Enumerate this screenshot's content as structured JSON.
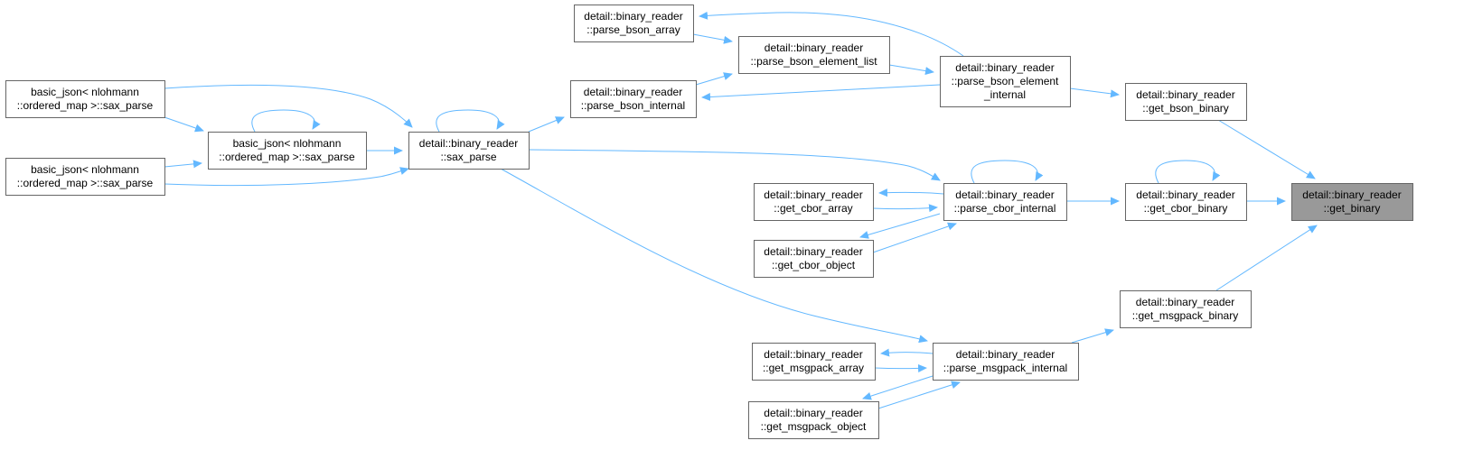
{
  "colors": {
    "edge": "#63b8ff",
    "node_border": "#666666",
    "focus_fill": "#999999"
  },
  "nodes": [
    {
      "id": "basic_json_sax_parse_a",
      "lines": [
        "basic_json< nlohmann",
        "::ordered_map >::sax_parse"
      ]
    },
    {
      "id": "basic_json_sax_parse_b",
      "lines": [
        "basic_json< nlohmann",
        "::ordered_map >::sax_parse"
      ]
    },
    {
      "id": "basic_json_sax_parse_c",
      "lines": [
        "basic_json< nlohmann",
        "::ordered_map >::sax_parse"
      ]
    },
    {
      "id": "br_sax_parse",
      "lines": [
        "detail::binary_reader",
        "::sax_parse"
      ]
    },
    {
      "id": "br_parse_bson_internal",
      "lines": [
        "detail::binary_reader",
        "::parse_bson_internal"
      ]
    },
    {
      "id": "br_parse_bson_array",
      "lines": [
        "detail::binary_reader",
        "::parse_bson_array"
      ]
    },
    {
      "id": "br_parse_bson_element_list",
      "lines": [
        "detail::binary_reader",
        "::parse_bson_element_list"
      ]
    },
    {
      "id": "br_parse_bson_element_internal",
      "lines": [
        "detail::binary_reader",
        "::parse_bson_element",
        "_internal"
      ]
    },
    {
      "id": "br_get_bson_binary",
      "lines": [
        "detail::binary_reader",
        "::get_bson_binary"
      ]
    },
    {
      "id": "br_parse_cbor_internal",
      "lines": [
        "detail::binary_reader",
        "::parse_cbor_internal"
      ]
    },
    {
      "id": "br_get_cbor_array",
      "lines": [
        "detail::binary_reader",
        "::get_cbor_array"
      ]
    },
    {
      "id": "br_get_cbor_object",
      "lines": [
        "detail::binary_reader",
        "::get_cbor_object"
      ]
    },
    {
      "id": "br_get_cbor_binary",
      "lines": [
        "detail::binary_reader",
        "::get_cbor_binary"
      ]
    },
    {
      "id": "br_get_binary",
      "lines": [
        "detail::binary_reader",
        "::get_binary"
      ],
      "focus": true
    },
    {
      "id": "br_get_msgpack_binary",
      "lines": [
        "detail::binary_reader",
        "::get_msgpack_binary"
      ]
    },
    {
      "id": "br_parse_msgpack_internal",
      "lines": [
        "detail::binary_reader",
        "::parse_msgpack_internal"
      ]
    },
    {
      "id": "br_get_msgpack_array",
      "lines": [
        "detail::binary_reader",
        "::get_msgpack_array"
      ]
    },
    {
      "id": "br_get_msgpack_object",
      "lines": [
        "detail::binary_reader",
        "::get_msgpack_object"
      ]
    }
  ],
  "edges": [
    {
      "from": "br_get_bson_binary",
      "to": "br_get_binary"
    },
    {
      "from": "br_get_cbor_binary",
      "to": "br_get_binary"
    },
    {
      "from": "br_get_msgpack_binary",
      "to": "br_get_binary"
    },
    {
      "from": "br_parse_bson_element_internal",
      "to": "br_get_bson_binary"
    },
    {
      "from": "br_parse_bson_element_internal",
      "to": "br_parse_bson_array"
    },
    {
      "from": "br_parse_bson_element_internal",
      "to": "br_parse_bson_internal"
    },
    {
      "from": "br_parse_bson_array",
      "to": "br_parse_bson_element_list"
    },
    {
      "from": "br_parse_bson_internal",
      "to": "br_parse_bson_element_list"
    },
    {
      "from": "br_parse_bson_element_list",
      "to": "br_parse_bson_element_internal"
    },
    {
      "from": "br_sax_parse",
      "to": "br_parse_bson_internal"
    },
    {
      "from": "br_get_cbor_binary",
      "to": "br_get_cbor_binary"
    },
    {
      "from": "br_parse_cbor_internal",
      "to": "br_get_cbor_binary"
    },
    {
      "from": "br_parse_cbor_internal",
      "to": "br_parse_cbor_internal"
    },
    {
      "from": "br_parse_cbor_internal",
      "to": "br_get_cbor_array"
    },
    {
      "from": "br_get_cbor_array",
      "to": "br_parse_cbor_internal"
    },
    {
      "from": "br_parse_cbor_internal",
      "to": "br_get_cbor_object"
    },
    {
      "from": "br_get_cbor_object",
      "to": "br_parse_cbor_internal"
    },
    {
      "from": "br_sax_parse",
      "to": "br_parse_cbor_internal"
    },
    {
      "from": "br_parse_msgpack_internal",
      "to": "br_get_msgpack_binary"
    },
    {
      "from": "br_parse_msgpack_internal",
      "to": "br_get_msgpack_array"
    },
    {
      "from": "br_get_msgpack_array",
      "to": "br_parse_msgpack_internal"
    },
    {
      "from": "br_parse_msgpack_internal",
      "to": "br_get_msgpack_object"
    },
    {
      "from": "br_get_msgpack_object",
      "to": "br_parse_msgpack_internal"
    },
    {
      "from": "br_sax_parse",
      "to": "br_parse_msgpack_internal"
    },
    {
      "from": "br_sax_parse",
      "to": "br_sax_parse"
    },
    {
      "from": "basic_json_sax_parse_a",
      "to": "br_sax_parse"
    },
    {
      "from": "basic_json_sax_parse_b",
      "to": "br_sax_parse"
    },
    {
      "from": "basic_json_sax_parse_c",
      "to": "br_sax_parse"
    },
    {
      "from": "basic_json_sax_parse_a",
      "to": "basic_json_sax_parse_b"
    },
    {
      "from": "basic_json_sax_parse_c",
      "to": "basic_json_sax_parse_b"
    },
    {
      "from": "basic_json_sax_parse_b",
      "to": "basic_json_sax_parse_b"
    }
  ]
}
